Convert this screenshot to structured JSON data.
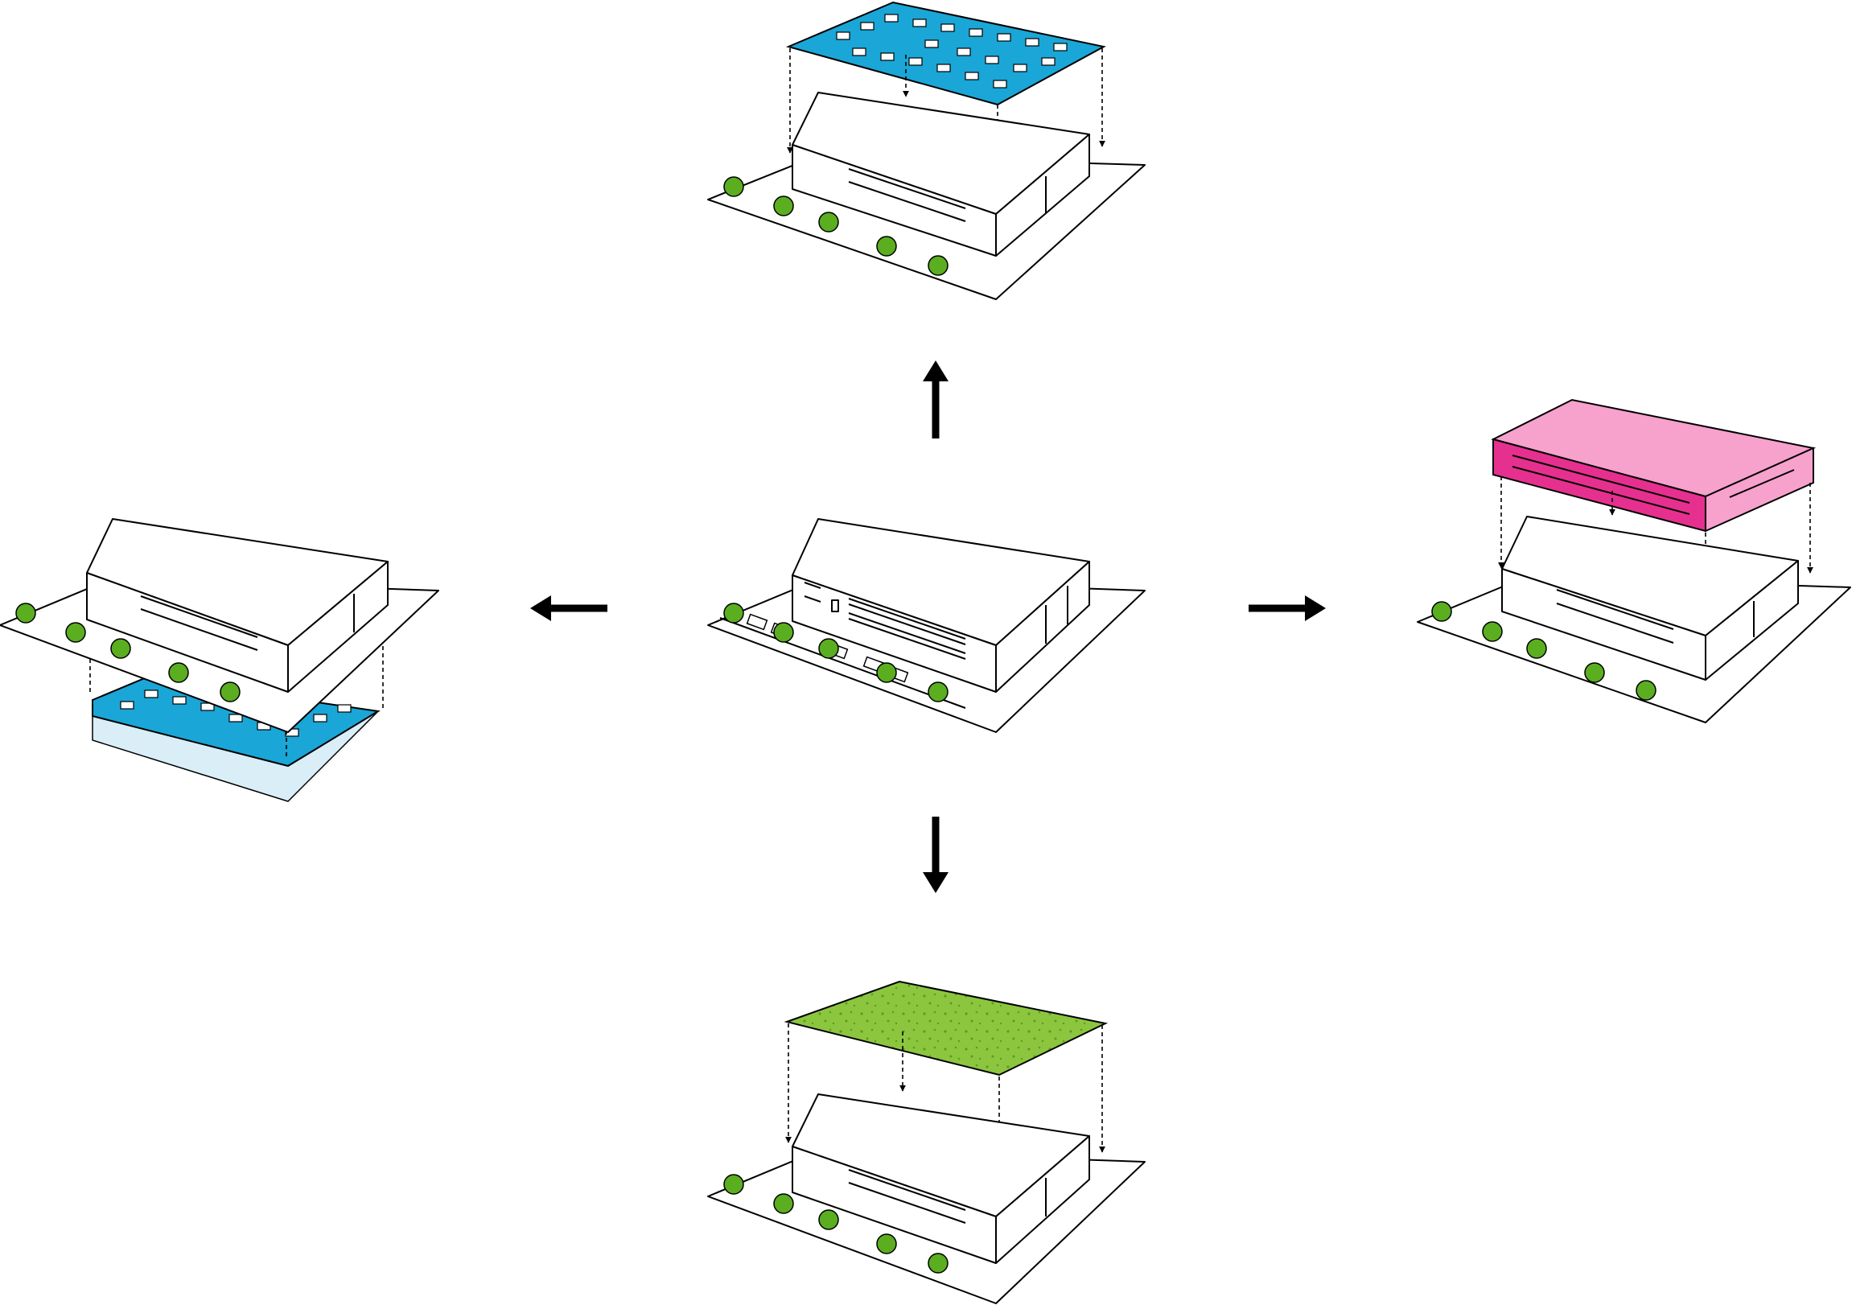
{
  "diagram": {
    "colors": {
      "background": "#ffffff",
      "outline": "#000000",
      "parking_blue": "#1aa6d6",
      "roof_green": "#8cc63f",
      "tree_green": "#5aae1f",
      "added_floor_pink": "#f7a1cd",
      "added_floor_magenta": "#e6308f",
      "basement_fill": "#d9eef7"
    },
    "panels": [
      {
        "id": "center",
        "content": "existing-building-with-surface-parking"
      },
      {
        "id": "top",
        "content": "rooftop-parking-deck",
        "direction": "up"
      },
      {
        "id": "right",
        "content": "added-upper-floor",
        "direction": "right"
      },
      {
        "id": "bottom",
        "content": "green-roof",
        "direction": "down"
      },
      {
        "id": "left",
        "content": "underground-parking",
        "direction": "left"
      }
    ],
    "arrows": [
      {
        "direction": "up",
        "icon": "arrow-up-icon"
      },
      {
        "direction": "right",
        "icon": "arrow-right-icon"
      },
      {
        "direction": "down",
        "icon": "arrow-down-icon"
      },
      {
        "direction": "left",
        "icon": "arrow-left-icon"
      }
    ]
  }
}
